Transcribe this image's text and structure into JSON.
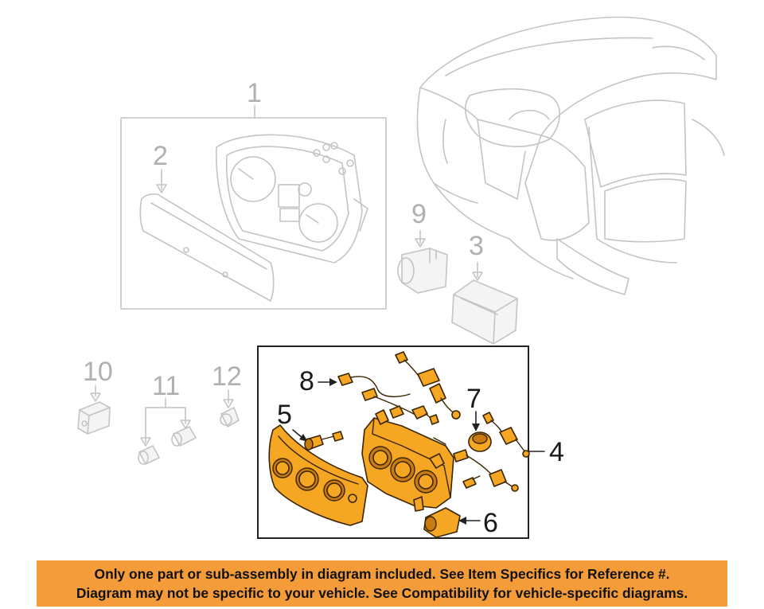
{
  "callouts": {
    "c1": "1",
    "c2": "2",
    "c3": "3",
    "c4": "4",
    "c5": "5",
    "c6": "6",
    "c7": "7",
    "c8": "8",
    "c9": "9",
    "c10": "10",
    "c11": "11",
    "c12": "12"
  },
  "colors": {
    "highlight_part": "#f5a623",
    "banner": "#f39c39",
    "faded_line": "#c4c4c4"
  },
  "disclaimer": {
    "line1": "Only one part or sub-assembly in diagram included. See Item Specifics for Reference #.",
    "line2": "Diagram may not be specific to your vehicle. See Compatibility for vehicle-specific diagrams."
  }
}
